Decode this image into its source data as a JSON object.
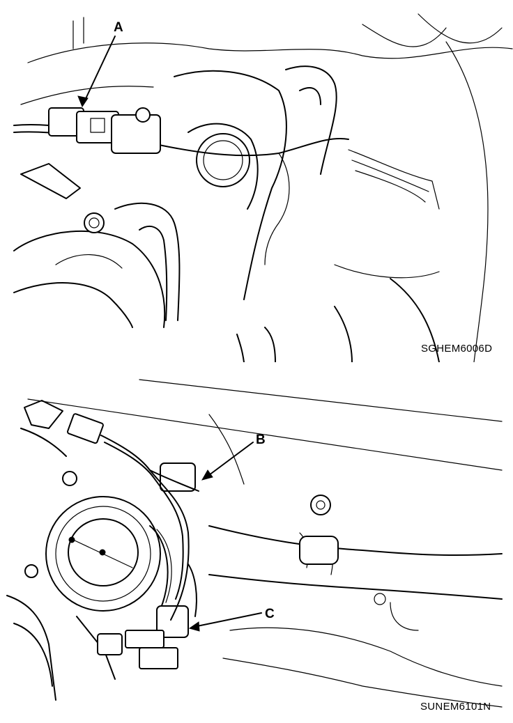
{
  "figures": [
    {
      "callouts": [
        "A"
      ],
      "code": "SGHEM6006D"
    },
    {
      "callouts": [
        "B",
        "C"
      ],
      "code": "SUNEM6101N"
    }
  ]
}
